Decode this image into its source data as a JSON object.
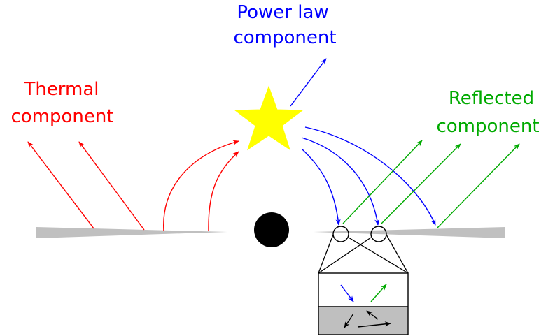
{
  "labels": {
    "power_law_line1": "Power law",
    "power_law_line2": "component",
    "thermal_line1": "Thermal",
    "thermal_line2": "component",
    "reflected_line1": "Reflected",
    "reflected_line2": "component"
  },
  "colors": {
    "thermal": "#ff0000",
    "power_law": "#0000ff",
    "reflected": "#00aa00",
    "disk": "#c0c0c0",
    "star": "#ffff00",
    "black_hole": "#000000",
    "inset_lower": "#bfbfbf"
  },
  "icons": {
    "corona": "star-icon",
    "black_hole": "filled-circle-icon"
  }
}
